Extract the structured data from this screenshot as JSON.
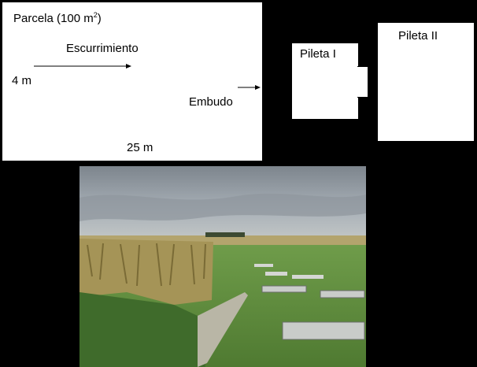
{
  "diagram": {
    "parcel": {
      "title_prefix": "Parcela (100 m",
      "title_sup": "2",
      "title_suffix": ")",
      "flow_label": "Escurrimiento",
      "width_label": "4 m",
      "length_label": "25 m",
      "funnel_label": "Embudo"
    },
    "tank1": {
      "label": "Pileta I"
    },
    "tank2": {
      "label": "Pileta II"
    }
  },
  "photo": {
    "sky_color": "#9aa3ab",
    "field_color": "#5e8a3c",
    "crop_color": "#a89a5a",
    "slab_color": "#c9ccc9"
  }
}
